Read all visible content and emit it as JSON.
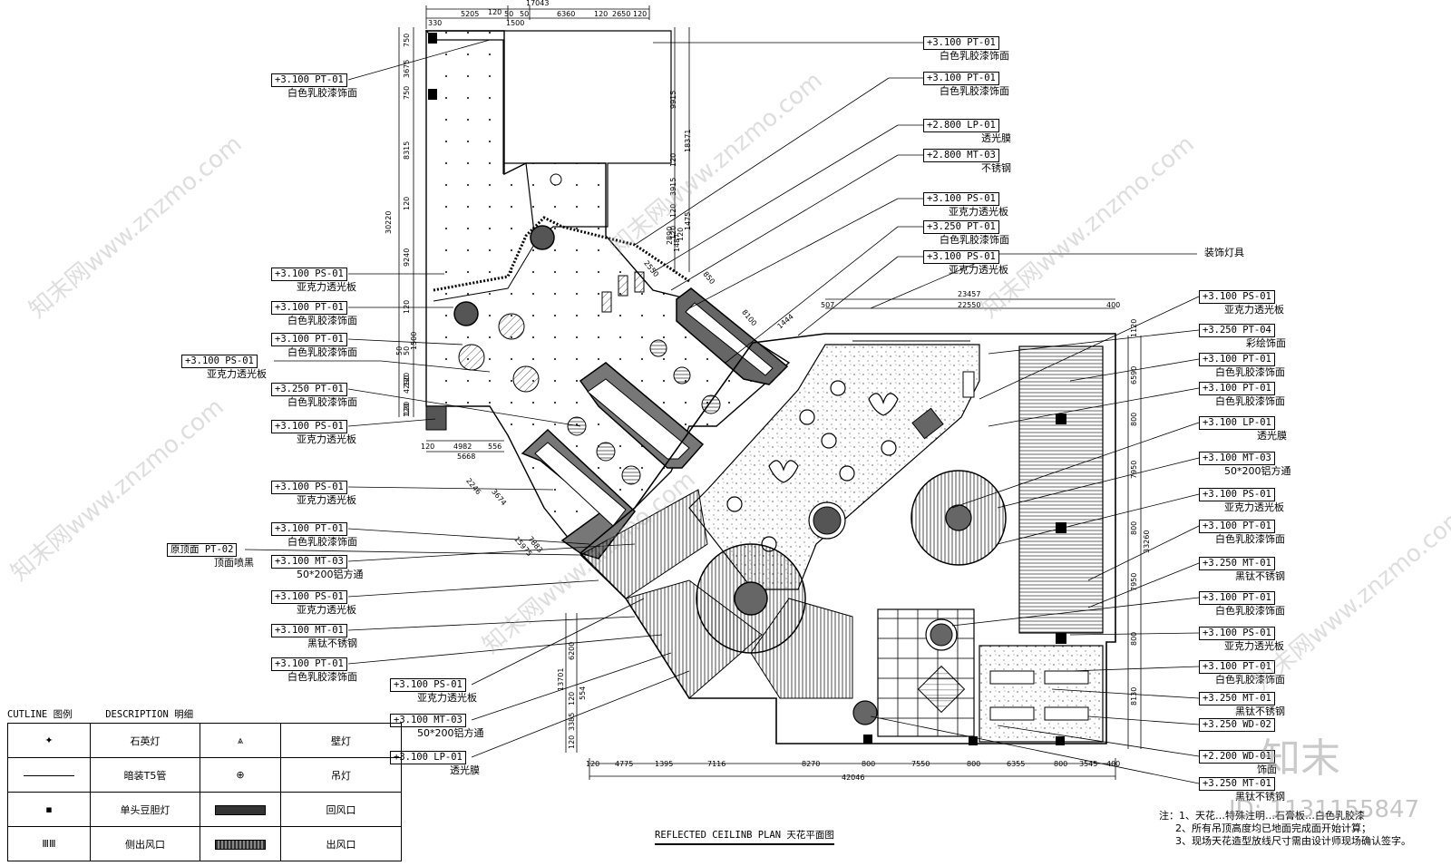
{
  "top_dims": [
    "17043",
    "5205",
    "120",
    "50",
    "50",
    "6360",
    "120",
    "2650",
    "120",
    "330",
    "1500"
  ],
  "left_dims": [
    "750",
    "3675",
    "750",
    "8315",
    "120",
    "9240",
    "120",
    "120",
    "1500",
    "50",
    "50",
    "120",
    "4290",
    "120",
    "30220"
  ],
  "mid_dims": [
    "9915",
    "120",
    "3915",
    "18371",
    "120",
    "1475",
    "120",
    "120",
    "1487",
    "2890"
  ],
  "right_dims": [
    "23457",
    "22550",
    "400",
    "507",
    "1120",
    "6590",
    "800",
    "7950",
    "800",
    "7950",
    "800",
    "8130",
    "33260"
  ],
  "bottom_dims": [
    "120",
    "4775",
    "1395",
    "7116",
    "8270",
    "800",
    "7550",
    "800",
    "6355",
    "800",
    "3545",
    "400",
    "42046"
  ],
  "lower_left_dims": [
    "120",
    "4982",
    "556",
    "5668",
    "13701",
    "6200",
    "120",
    "554",
    "3385",
    "120"
  ],
  "diag_dims": [
    "7883",
    "15975",
    "2246",
    "3674",
    "8100",
    "850",
    "2550",
    "1444"
  ],
  "left_tags": [
    {
      "code": "+3.100 PT-01",
      "desc": "白色乳胶漆饰面"
    },
    {
      "code": "+3.100 PS-01",
      "desc": "亚克力透光板"
    },
    {
      "code": "+3.100 PT-01",
      "desc": "白色乳胶漆饰面"
    },
    {
      "code": "+3.100 PT-01",
      "desc": "白色乳胶漆饰面"
    },
    {
      "code": "+3.100 PS-01",
      "desc": "亚克力透光板"
    },
    {
      "code": "+3.250 PT-01",
      "desc": "白色乳胶漆饰面"
    },
    {
      "code": "+3.100 PS-01",
      "desc": "亚克力透光板"
    },
    {
      "code": "+3.100 PS-01",
      "desc": "亚克力透光板"
    },
    {
      "code": "+3.100 PT-01",
      "desc": "白色乳胶漆饰面"
    },
    {
      "code": "原顶面 PT-02",
      "desc": "顶面喷黑"
    },
    {
      "code": "+3.100 MT-03",
      "desc": "50*200铝方通"
    },
    {
      "code": "+3.100 PS-01",
      "desc": "亚克力透光板"
    },
    {
      "code": "+3.100 MT-01",
      "desc": "黑钛不锈钢"
    },
    {
      "code": "+3.100 PT-01",
      "desc": "白色乳胶漆饰面"
    },
    {
      "code": "+3.100 PS-01",
      "desc": "亚克力透光板"
    },
    {
      "code": "+3.100 MT-03",
      "desc": "50*200铝方通"
    },
    {
      "code": "+3.100 LP-01",
      "desc": "透光膜"
    }
  ],
  "top_tags": [
    {
      "code": "+3.100 PT-01",
      "desc": "白色乳胶漆饰面"
    },
    {
      "code": "+3.100 PT-01",
      "desc": "白色乳胶漆饰面"
    },
    {
      "code": "+2.800 LP-01",
      "desc": "透光膜"
    },
    {
      "code": "+2.800 MT-03",
      "desc": "不锈钢"
    },
    {
      "code": "+3.100 PS-01",
      "desc": "亚克力透光板"
    },
    {
      "code": "+3.250 PT-01",
      "desc": "白色乳胶漆饰面"
    },
    {
      "code": "+3.100 PS-01",
      "desc": "亚克力透光板"
    }
  ],
  "deco_label": "装饰灯具",
  "right_tags": [
    {
      "code": "+3.100 PS-01",
      "desc": "亚克力透光板"
    },
    {
      "code": "+3.250 PT-04",
      "desc": "彩绘饰面"
    },
    {
      "code": "+3.100 PT-01",
      "desc": "白色乳胶漆饰面"
    },
    {
      "code": "+3.100 PT-01",
      "desc": "白色乳胶漆饰面"
    },
    {
      "code": "+3.100 LP-01",
      "desc": "透光膜"
    },
    {
      "code": "+3.100 MT-03",
      "desc": "50*200铝方通"
    },
    {
      "code": "+3.100 PS-01",
      "desc": "亚克力透光板"
    },
    {
      "code": "+3.100 PT-01",
      "desc": "白色乳胶漆饰面"
    },
    {
      "code": "+3.250 MT-01",
      "desc": "黑钛不锈钢"
    },
    {
      "code": "+3.100 PT-01",
      "desc": "白色乳胶漆饰面"
    },
    {
      "code": "+3.100 PS-01",
      "desc": "亚克力透光板"
    },
    {
      "code": "+3.100 PT-01",
      "desc": "白色乳胶漆饰面"
    },
    {
      "code": "+3.250 MT-01",
      "desc": "黑钛不锈钢"
    },
    {
      "code": "+3.250 WD-02",
      "desc": ""
    },
    {
      "code": "+2.200 WD-01",
      "desc": "饰面"
    },
    {
      "code": "+3.250 MT-01",
      "desc": "黑钛不锈钢"
    }
  ],
  "legend": {
    "header_left": "CUTLINE 图例",
    "header_right": "DESCRIPTION 明细",
    "rows": [
      {
        "left_label": "石英灯",
        "right_label": "壁灯"
      },
      {
        "left_label": "暗装T5管",
        "right_label": "吊灯"
      },
      {
        "left_label": "单头豆胆灯",
        "right_label": "回风口"
      },
      {
        "left_label": "侧出风口",
        "right_label": "出风口"
      }
    ]
  },
  "drawing_title": "REFLECTED CEILINB PLAN 天花平面图",
  "notes": [
    "注：1、天花…特殊注明…石膏板…白色乳胶漆",
    "2、所有吊顶高度均已地面完成面开始计算；",
    "3、现场天花造型放线尺寸需由设计师现场确认签字。"
  ],
  "watermark_text": "知末网www.znzmo.com",
  "brand_logo": "知末",
  "id_text": "ID: 1131155847"
}
